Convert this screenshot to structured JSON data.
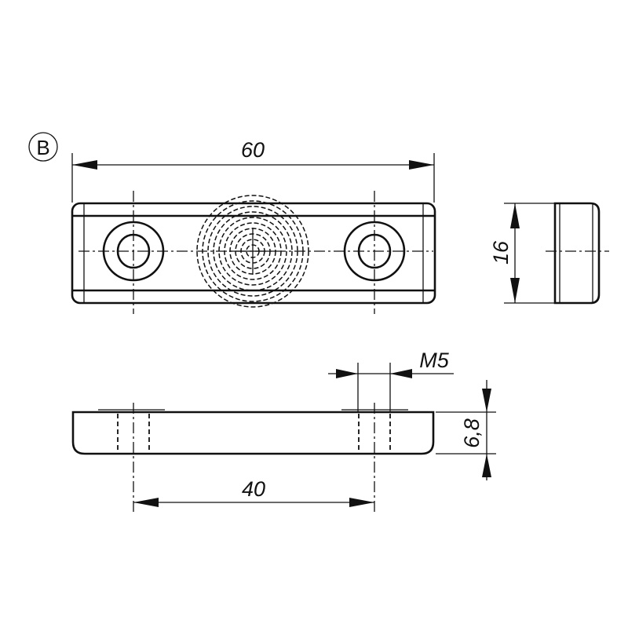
{
  "view_label": "B",
  "dimensions": {
    "length": "60",
    "width": "16",
    "thread": "M5",
    "hole_spacing": "40",
    "height": "6,8"
  }
}
